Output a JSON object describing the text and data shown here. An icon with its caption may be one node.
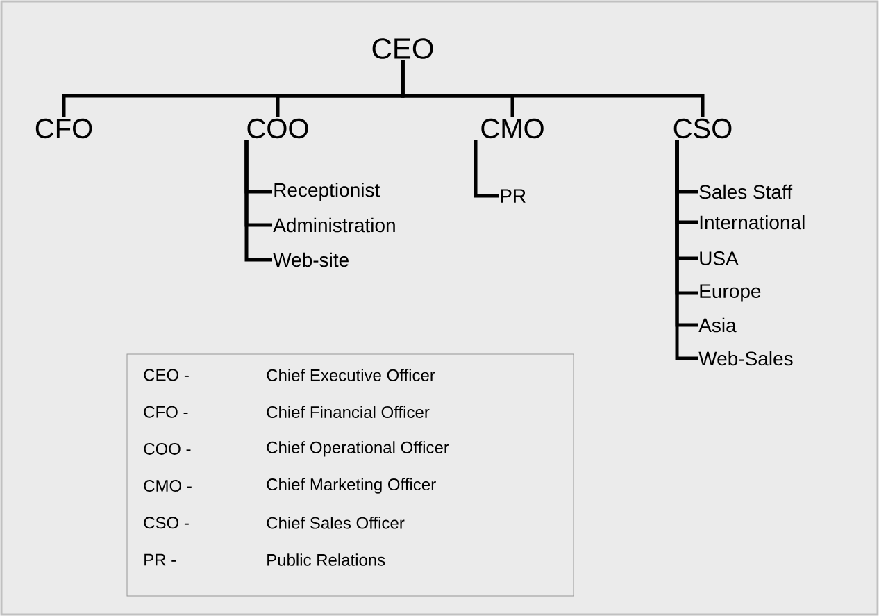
{
  "diagram": {
    "nodes": [
      {
        "text": [
          "CEO"
        ]
      },
      {
        "text": [
          "CFO"
        ]
      },
      {
        "text": [
          "COO"
        ]
      },
      {
        "text": [
          "CMO"
        ]
      },
      {
        "text": [
          "CSO"
        ]
      },
      {
        "text": [
          "Receptionist"
        ]
      },
      {
        "text": [
          "Administration"
        ]
      },
      {
        "text": [
          "Web-site"
        ]
      },
      {
        "text": [
          "PR"
        ]
      },
      {
        "text": [
          "Sales Staff"
        ]
      },
      {
        "text": [
          "International"
        ]
      },
      {
        "text": [
          "USA"
        ]
      },
      {
        "text": [
          "Europe"
        ]
      },
      {
        "text": [
          "Asia"
        ]
      },
      {
        "text": [
          "Web-Sales"
        ]
      }
    ],
    "edges": [
      {
        "from": 0,
        "to": 1,
        "arrow": "none"
      },
      {
        "from": 0,
        "to": 2,
        "arrow": "none"
      },
      {
        "from": 0,
        "to": 3,
        "arrow": "none"
      },
      {
        "from": 0,
        "to": 4,
        "arrow": "none"
      },
      {
        "from": 2,
        "to": 5,
        "arrow": "none"
      },
      {
        "from": 2,
        "to": 6,
        "arrow": "none"
      },
      {
        "from": 2,
        "to": 7,
        "arrow": "none"
      },
      {
        "from": 3,
        "to": 8,
        "arrow": "none"
      },
      {
        "from": 4,
        "to": 9,
        "arrow": "none"
      },
      {
        "from": 4,
        "to": 10,
        "arrow": "none"
      },
      {
        "from": 4,
        "to": 11,
        "arrow": "none"
      },
      {
        "from": 4,
        "to": 12,
        "arrow": "none"
      },
      {
        "from": 4,
        "to": 13,
        "arrow": "none"
      },
      {
        "from": 4,
        "to": 14,
        "arrow": "none"
      }
    ],
    "labels": [
      "CEO -",
      "Chief Executive Officer",
      "CFO -",
      "Chief Financial Officer",
      "COO -",
      "Chief Operational Officer",
      "CMO -",
      "Chief Marketing Officer",
      "CSO -",
      "Chief Sales Officer",
      "PR -",
      "Public Relations"
    ]
  }
}
